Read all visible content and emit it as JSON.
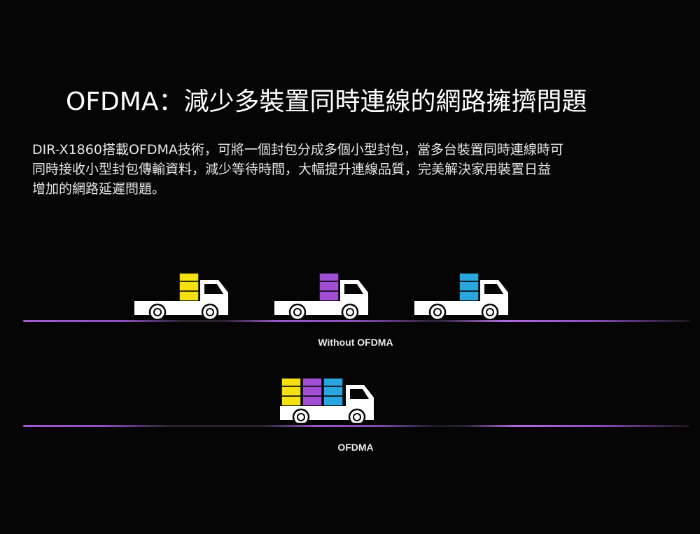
{
  "heading": {
    "title": "OFDMA：減少多裝置同時連線的網路擁擠問題"
  },
  "description": {
    "lines": [
      "DIR-X1860搭載OFDMA技術，可將一個封包分成多個小型封包，當多台裝置同時連線時可",
      "同時接收小型封包傳輸資料，減少等待時間，大幅提升連線品質，完美解決家用裝置日益",
      "增加的網路延遲問題。"
    ]
  },
  "illustration": {
    "without_label": "Without OFDMA",
    "with_label": "OFDMA",
    "colors": {
      "yellow": "#f5e10f",
      "purple": "#a24fd6",
      "blue": "#2aa6de",
      "road": "#9b58cc",
      "truck": "#ffffff"
    },
    "without_trucks": [
      {
        "cargo": "yellow-packet-icon"
      },
      {
        "cargo": "purple-packet-icon"
      },
      {
        "cargo": "blue-packet-icon"
      }
    ],
    "with_truck": {
      "cargo": [
        "yellow-packet-icon",
        "purple-packet-icon",
        "blue-packet-icon"
      ]
    }
  }
}
